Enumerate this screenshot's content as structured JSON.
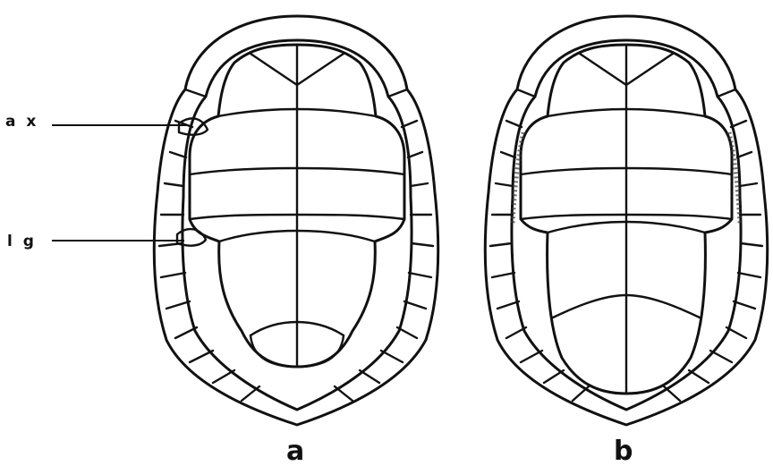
{
  "figure": {
    "panel_labels": [
      "a",
      "b"
    ],
    "annotations": [
      {
        "abbr": "a x"
      },
      {
        "abbr": "l g"
      }
    ]
  }
}
